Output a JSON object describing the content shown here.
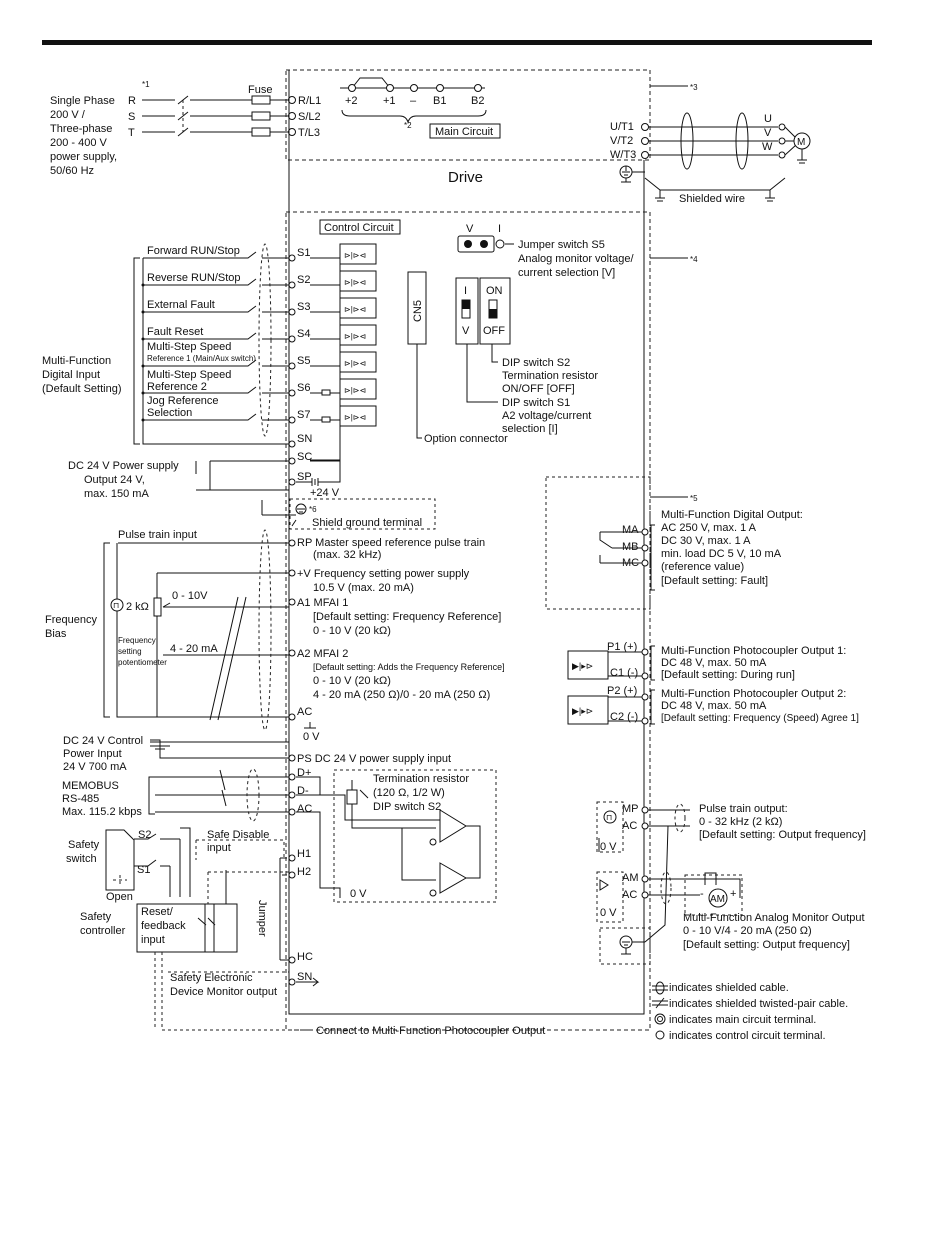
{
  "power_supply": {
    "label": [
      "Single Phase",
      "200 V /",
      "Three-phase",
      "200 - 400 V",
      "power supply,",
      "50/60 Hz"
    ],
    "phases": [
      "R",
      "S",
      "T"
    ],
    "fuse_label": "Fuse",
    "note_mark": "*1"
  },
  "main_circuit": {
    "input_terminals": [
      "R/L1",
      "S/L2",
      "T/L3"
    ],
    "dc_terminals": [
      "+2",
      "+1",
      "–",
      "B1",
      "B2"
    ],
    "note2": "*2",
    "note3": "*3",
    "box_label": "Main Circuit",
    "output_terminals": [
      "U/T1",
      "V/T2",
      "W/T3"
    ],
    "motor_phases": [
      "U",
      "V",
      "W"
    ],
    "motor_label": "M",
    "drive_label": "Drive",
    "shielded_wire": "Shielded wire"
  },
  "control_circuit": {
    "box_label": "Control Circuit",
    "note4": "*4",
    "group_label": [
      "Multi-Function",
      "Digital Input",
      "(Default Setting)"
    ],
    "inputs": [
      {
        "terminal": "S1",
        "label": [
          "Forward RUN/Stop"
        ]
      },
      {
        "terminal": "S2",
        "label": [
          "Reverse RUN/Stop"
        ]
      },
      {
        "terminal": "S3",
        "label": [
          "External Fault"
        ]
      },
      {
        "terminal": "S4",
        "label": [
          "Fault Reset"
        ]
      },
      {
        "terminal": "S5",
        "label": [
          "Multi-Step Speed",
          "Reference 1 (Main/Aux switch)"
        ]
      },
      {
        "terminal": "S6",
        "label": [
          "Multi-Step Speed",
          "Reference 2"
        ]
      },
      {
        "terminal": "S7",
        "label": [
          "Jog Reference",
          "Selection"
        ]
      }
    ],
    "common_terminals": [
      "SN",
      "SC",
      "SP"
    ],
    "dc_supply": [
      "DC 24 V Power supply",
      "Output 24 V,",
      "max. 150 mA"
    ],
    "plus24": "+24 V",
    "jumper_s5": {
      "v": "V",
      "i": "I",
      "label": [
        "Jumper switch S5",
        "Analog monitor voltage/",
        "current selection [V]"
      ]
    },
    "cn5": "CN5",
    "option_connector": "Option connector",
    "dip_s1": {
      "top": "I",
      "bottom": "V",
      "label": [
        "DIP switch S1",
        "A2 voltage/current",
        "selection [I]"
      ]
    },
    "dip_s2": {
      "top": "ON",
      "bottom": "OFF",
      "label": [
        "DIP switch S2",
        "Termination resistor",
        "ON/OFF [OFF]"
      ]
    }
  },
  "shield_ground": {
    "mark": "*6",
    "label": "Shield ground terminal"
  },
  "analog_inputs": {
    "pulse_train_input": "Pulse train input",
    "rp": {
      "terminal": "RP",
      "label": [
        "Master speed  reference pulse train",
        "(max. 32 kHz)"
      ]
    },
    "plus_v": {
      "terminal": "+V",
      "label": [
        "Frequency setting power supply",
        "10.5 V (max. 20 mA)"
      ]
    },
    "a1": {
      "terminal": "A1",
      "label": [
        "MFAI 1",
        "[Default setting: Frequency Reference]",
        "0 - 10 V (20 kΩ)"
      ]
    },
    "a2": {
      "terminal": "A2",
      "label": [
        "MFAI 2",
        "[Default setting: Adds the Frequency Reference]",
        "0 - 10 V (20 kΩ)",
        "4 - 20 mA (250 Ω)/0 - 20 mA (250 Ω)"
      ]
    },
    "ac": {
      "terminal": "AC",
      "label": "0 V"
    },
    "freq_bias": [
      "Frequency",
      "Bias"
    ],
    "range_v": "0 - 10V",
    "range_ma": "4 - 20 mA",
    "pot_value": "2 kΩ",
    "pot_label": [
      "Frequency",
      "setting",
      "potentiometer"
    ]
  },
  "power_input": {
    "label": [
      "DC 24 V Control",
      "Power Input",
      "24 V 700 mA"
    ],
    "terminal": "PS",
    "desc": "DC 24 V power supply input"
  },
  "memobus": {
    "label": [
      "MEMOBUS",
      "RS-485",
      "Max. 115.2 kbps"
    ],
    "terminals": [
      "D+",
      "D-",
      "AC"
    ],
    "termination": [
      "Termination resistor",
      "(120 Ω, 1/2 W)",
      "DIP switch S2"
    ],
    "zero_v": "0 V"
  },
  "safety": {
    "switch_label": [
      "Safety",
      "switch"
    ],
    "s2": "S2",
    "s1": "S1",
    "open": "Open",
    "safe_disable": [
      "Safe Disable",
      "input"
    ],
    "controller_label": [
      "Safety",
      "controller"
    ],
    "reset_label": [
      "Reset/",
      "feedback",
      "input"
    ],
    "terminals": [
      "H1",
      "H2",
      "HC",
      "SN"
    ],
    "jumper": "Jumper",
    "edm": [
      "Safety Electronic",
      "Device Monitor output"
    ],
    "connect_note": "Connect to Multi-Function Photocoupler Output"
  },
  "digital_output": {
    "note5": "*5",
    "terminals": [
      "MA",
      "MB",
      "MC"
    ],
    "label": [
      "Multi-Function Digital Output:",
      "AC 250 V, max. 1 A",
      "DC 30 V, max. 1 A",
      "min. load DC 5 V, 10 mA",
      "(reference value)",
      "[Default setting: Fault]"
    ]
  },
  "photo_outputs": [
    {
      "terminals": [
        "P1 (+)",
        "C1 (-)"
      ],
      "label": [
        "Multi-Function Photocoupler Output 1:",
        "DC 48 V, max. 50 mA",
        "[Default setting: During run]"
      ]
    },
    {
      "terminals": [
        "P2 (+)",
        "C2 (-)"
      ],
      "label": [
        "Multi-Function Photocoupler Output 2:",
        "DC 48 V, max. 50 mA",
        "[Default setting: Frequency (Speed) Agree 1]"
      ]
    }
  ],
  "pulse_output": {
    "terminals": [
      "MP",
      "AC"
    ],
    "zero_v": "0 V",
    "label": [
      "Pulse train output:",
      "0 - 32 kHz (2 kΩ)",
      "[Default setting: Output frequency]"
    ]
  },
  "analog_monitor": {
    "terminals": [
      "AM",
      "AC"
    ],
    "zero_v": "0 V",
    "meter": "AM",
    "minus": "-",
    "plus": "+",
    "label": [
      "Multi-Function Analog Monitor Output",
      "0 - 10 V/4 - 20 mA (250 Ω)",
      "[Default setting: Output frequency]"
    ]
  },
  "legend": [
    "indicates shielded cable.",
    "indicates shielded twisted-pair cable.",
    "indicates main circuit terminal.",
    "indicates control circuit terminal."
  ]
}
